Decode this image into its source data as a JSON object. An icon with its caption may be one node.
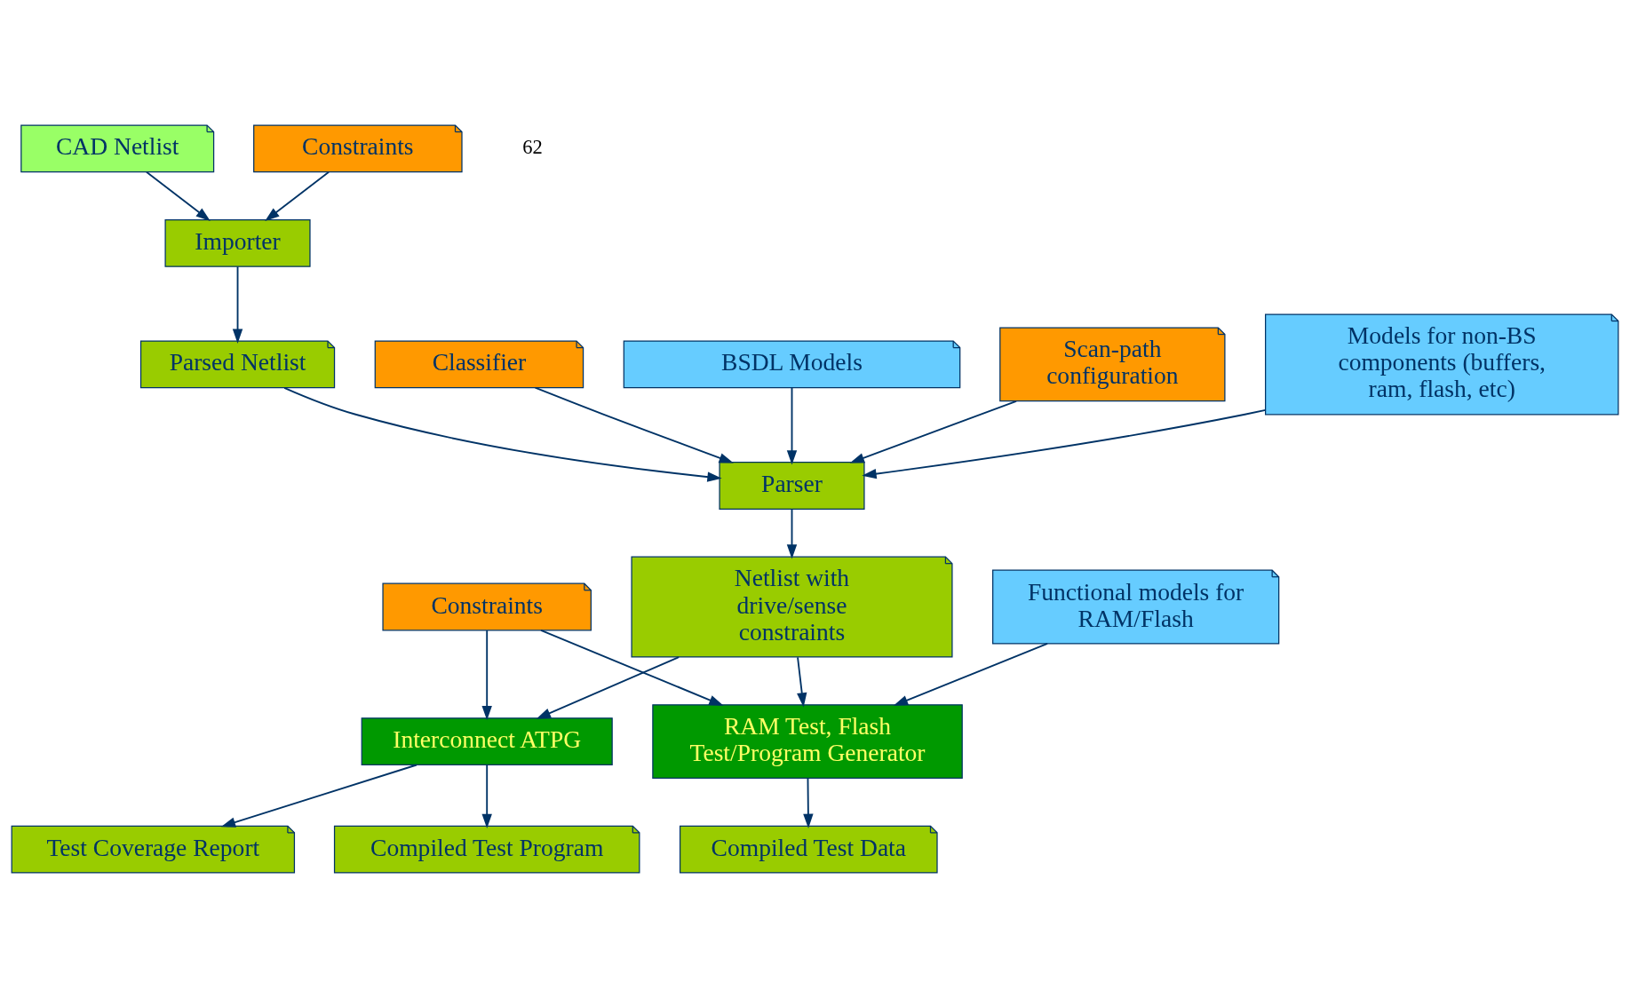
{
  "diagram": {
    "nodes": [
      {
        "text": [
          "CAD Netlist"
        ]
      },
      {
        "text": [
          "Importer"
        ]
      },
      {
        "text": [
          "Parsed Netlist"
        ]
      },
      {
        "text": [
          "Classifier"
        ]
      },
      {
        "text": [
          "Constraints"
        ]
      },
      {
        "text": [
          "BSDL Models"
        ]
      },
      {
        "text": [
          "Parser"
        ]
      },
      {
        "text": [
          "Scan-path configuration"
        ]
      },
      {
        "text": [
          "Models for non-BS components (buffers, ram, flash, etc)"
        ]
      },
      {
        "text": [
          "Functional models for RAM/Flash"
        ]
      },
      {
        "text": [
          "Netlist with drive/sense constraints"
        ]
      },
      {
        "text": [
          "Interconnect ATPG"
        ]
      },
      {
        "text": [
          "RAM Test, Flash Test/Program Generator"
        ]
      },
      {
        "text": [
          "Constraints"
        ]
      },
      {
        "text": [
          "Compiled Test Program"
        ]
      },
      {
        "text": [
          "Test Coverage Report"
        ]
      },
      {
        "text": [
          "Compiled Test Data"
        ]
      }
    ],
    "edges": [
      {
        "from": 0,
        "to": 1,
        "arrow": "to"
      },
      {
        "from": 4,
        "to": 1,
        "arrow": "to"
      },
      {
        "from": 1,
        "to": 2,
        "arrow": "to"
      },
      {
        "from": 2,
        "to": 6,
        "arrow": "to"
      },
      {
        "from": 3,
        "to": 6,
        "arrow": "to"
      },
      {
        "from": 5,
        "to": 6,
        "arrow": "to"
      },
      {
        "from": 7,
        "to": 6,
        "arrow": "to"
      },
      {
        "from": 8,
        "to": 6,
        "arrow": "to"
      },
      {
        "from": 6,
        "to": 10,
        "arrow": "to"
      },
      {
        "from": 10,
        "to": 11,
        "arrow": "to"
      },
      {
        "from": 10,
        "to": 12,
        "arrow": "to"
      },
      {
        "from": 9,
        "to": 12,
        "arrow": "to"
      },
      {
        "from": 13,
        "to": 12,
        "arrow": "to"
      },
      {
        "from": 13,
        "to": 11,
        "arrow": "to"
      },
      {
        "from": 11,
        "to": 14,
        "arrow": "to"
      },
      {
        "from": 11,
        "to": 15,
        "arrow": "to"
      },
      {
        "from": 12,
        "to": 16,
        "arrow": "to"
      }
    ],
    "labels": [
      "62"
    ]
  }
}
